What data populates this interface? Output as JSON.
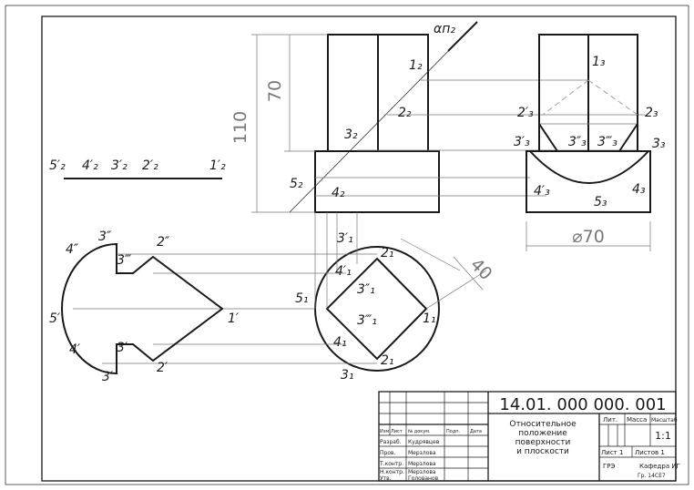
{
  "front_view": {
    "labels": [
      "1₂",
      "2₂",
      "3₂",
      "4₂",
      "5₂"
    ],
    "plane_label": "αп₂",
    "dim_height_total": "110",
    "dim_height_prism": "70"
  },
  "side_view": {
    "labels": [
      "1₃",
      "2₃",
      "2′₃",
      "3₃",
      "3′₃",
      "3″₃",
      "3‴₃",
      "4₃",
      "4′₃",
      "5₃"
    ],
    "dim_diameter": "⌀70"
  },
  "top_view": {
    "labels": [
      "2₁",
      "2₁",
      "3₁",
      "3′₁",
      "3″₁",
      "3‴₁",
      "4₁",
      "4′₁",
      "5₁",
      "1₁"
    ],
    "dim_square": "40"
  },
  "true_shape": {
    "labels": [
      "1′",
      "2′",
      "2″",
      "3′",
      "3″",
      "3‴",
      "3′",
      "4′",
      "4″",
      "5′"
    ]
  },
  "aux_line": {
    "labels": [
      "5′₂",
      "4′₂",
      "3′₂",
      "2′₂",
      "1′₂"
    ]
  },
  "title_block": {
    "code": "14.01. 000 000. 001",
    "title_lines": [
      "Относительное",
      "положение",
      "поверхности",
      "и плоскости"
    ],
    "col_headers": [
      "Изм",
      "Лист",
      "№ докум.",
      "Подп.",
      "Дата"
    ],
    "rows": [
      [
        "Разраб.",
        "Кудрявцев"
      ],
      [
        "Пров.",
        "Мерзлова"
      ],
      [
        "Т.контр.",
        "Мерзлова"
      ],
      [
        "Н.контр.",
        "Мерзлова"
      ],
      [
        "Утв.",
        "Голованов"
      ]
    ],
    "lit_header": "Лит.",
    "mass_header": "Масса",
    "scale_header": "Масштаб",
    "scale_value": "1:1",
    "sheet_label": "Лист 1",
    "sheets_label": "Листов 1",
    "org": "Кафедра ИГ",
    "group": "ГРЭ",
    "group2": "Гр. 14СЕ7"
  }
}
